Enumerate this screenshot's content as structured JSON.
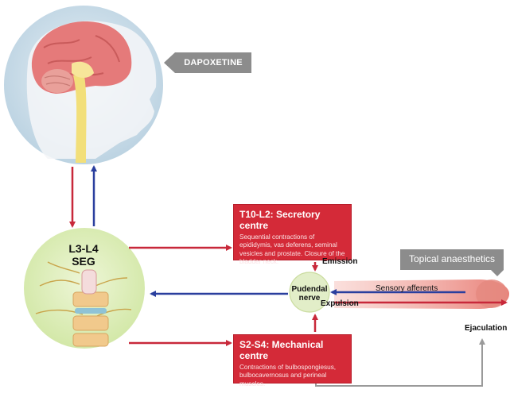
{
  "drug_label": "DAPOXETINE",
  "seg": {
    "label_line1": "L3-L4",
    "label_line2": "SEG"
  },
  "secretory": {
    "title": "T10-L2: Secretory centre",
    "description": "Sequential contractions of epididymis, vas deferens, seminal vesicles and prostate. Closure of the bladder neck."
  },
  "mechanical": {
    "title": "S2-S4: Mechanical centre",
    "description": "Contractions of bulbospongiesus, bulbocavernosus and perineal muscles."
  },
  "pudendal": {
    "line1": "Pudendal",
    "line2": "nerve"
  },
  "labels": {
    "emission": "Emission",
    "expulsion": "Expulsion",
    "sensory_afferents": "Sensory afferents",
    "ejaculation": "Ejaculation",
    "topical": "Topical anaesthetics"
  },
  "colors": {
    "efferent_red": "#c8283a",
    "afferent_blue": "#2a3f9e",
    "box_red": "#d42a38",
    "tag_gray": "#8c8c8c",
    "gray_line": "#9a9a9a"
  },
  "icons": [
    "brain-illustration",
    "spine-illustration",
    "penis-illustration"
  ]
}
